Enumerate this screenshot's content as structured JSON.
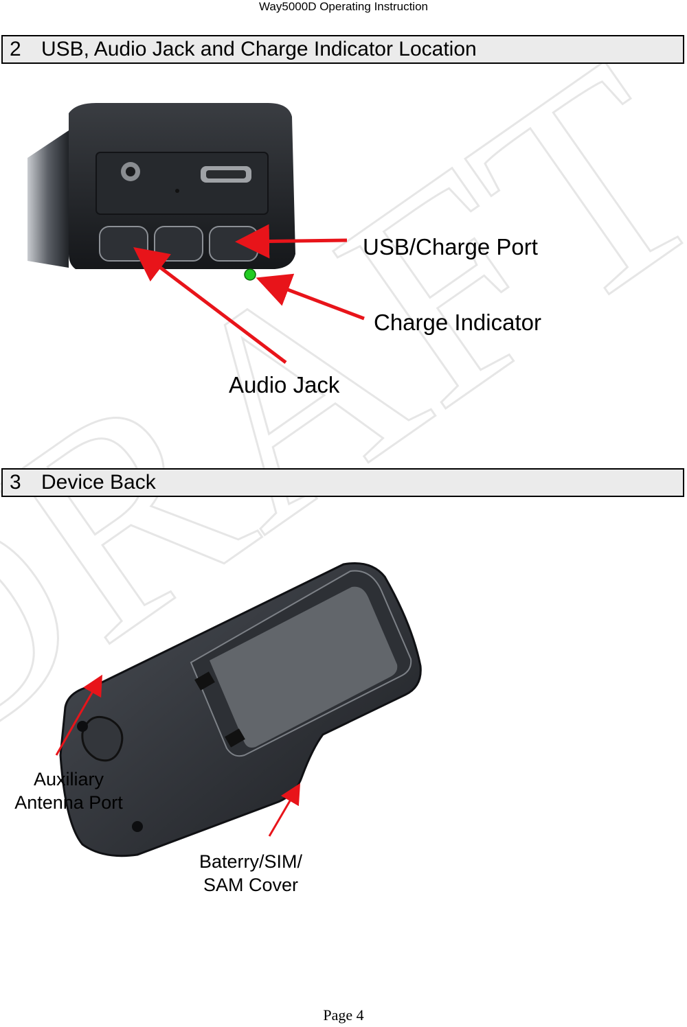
{
  "header": {
    "title": "Way5000D Operating Instruction"
  },
  "section2": {
    "number": "2",
    "title": "USB, Audio Jack and Charge Indicator Location"
  },
  "section3": {
    "number": "3",
    "title": "Device Back"
  },
  "figure1": {
    "callouts": {
      "usb_port": "USB/Charge Port",
      "charge_indicator": "Charge Indicator",
      "audio_jack": "Audio Jack"
    },
    "indicator_color": "#22cc22",
    "arrow_color": "#e8141a"
  },
  "figure2": {
    "callouts": {
      "antenna_line1": "Auxiliary",
      "antenna_line2": "Antenna Port",
      "cover_line1": "Baterry/SIM/",
      "cover_line2": "SAM Cover"
    }
  },
  "watermark": {
    "text": "DRAFT"
  },
  "footer": {
    "page": "Page 4"
  }
}
